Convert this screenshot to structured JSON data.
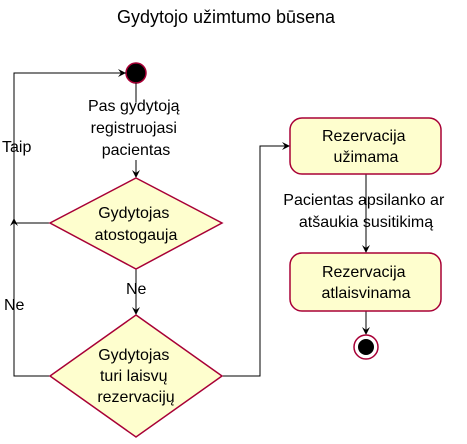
{
  "title": "Gydytojo užimtumo būsena",
  "colors": {
    "node_fill": "#FEFECE",
    "node_stroke": "#A80036",
    "start_fill": "#000000",
    "end_fill": "#000000"
  },
  "nodes": {
    "start": {
      "kind": "start"
    },
    "register": {
      "kind": "label",
      "lines": [
        "Pas gydytoją",
        "registruojasi",
        "pacientas"
      ]
    },
    "vacation": {
      "kind": "decision",
      "lines": [
        "Gydytojas",
        "atostogauja"
      ]
    },
    "free_slot": {
      "kind": "decision",
      "lines": [
        "Gydytojas",
        "turi laisvų",
        "rezervacijų"
      ]
    },
    "reserved": {
      "kind": "activity",
      "lines": [
        "Rezervacija",
        "užimama"
      ]
    },
    "cancel": {
      "kind": "label",
      "lines": [
        "Pacientas apsilanko ar",
        "atšaukia susitikimą"
      ]
    },
    "released": {
      "kind": "activity",
      "lines": [
        "Rezervacija",
        "atlaisvinama"
      ]
    },
    "end": {
      "kind": "end"
    }
  },
  "edge_labels": {
    "yes": "Taip",
    "no_vacation": "Ne",
    "no_slot": "Ne"
  }
}
